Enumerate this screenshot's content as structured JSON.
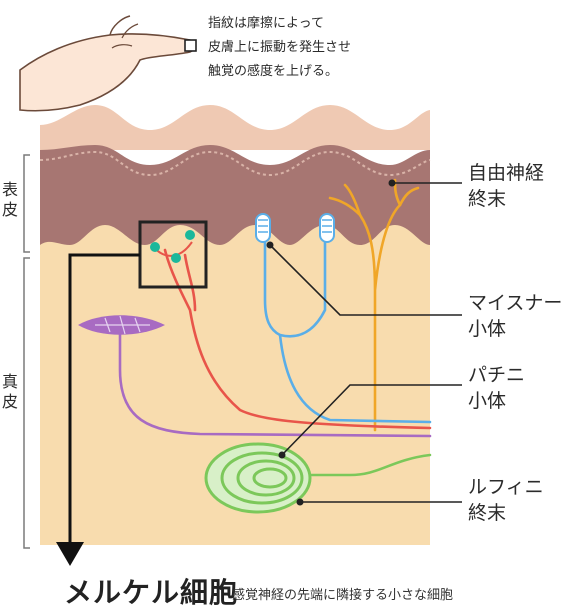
{
  "caption": {
    "line1": "指紋は摩擦によって",
    "line2": "皮膚上に振動を発生させ",
    "line3": "触覚の感度を上げる。"
  },
  "layers": {
    "epidermis": "表\n皮",
    "dermis": "真\n皮"
  },
  "labels": {
    "free_nerve": "自由神経\n終末",
    "meissner": "マイスナー\n小体",
    "pacinian": "パチニ\n小体",
    "ruffini": "ルフィニ\n終末"
  },
  "bottom": {
    "title": "メルケル細胞",
    "subtitle": "感覚神経の先端に隣接する小さな細胞"
  },
  "colors": {
    "skin_top": "#efc9b3",
    "epidermis": "#a77672",
    "dermis": "#f8dcae",
    "merkel_nerve": "#e8554a",
    "merkel_cell": "#1bb89b",
    "meissner_nerve": "#5aaee8",
    "free_nerve": "#f0a628",
    "ruffini_nerve": "#a86bc2",
    "pacinian": "#7cc85a"
  }
}
